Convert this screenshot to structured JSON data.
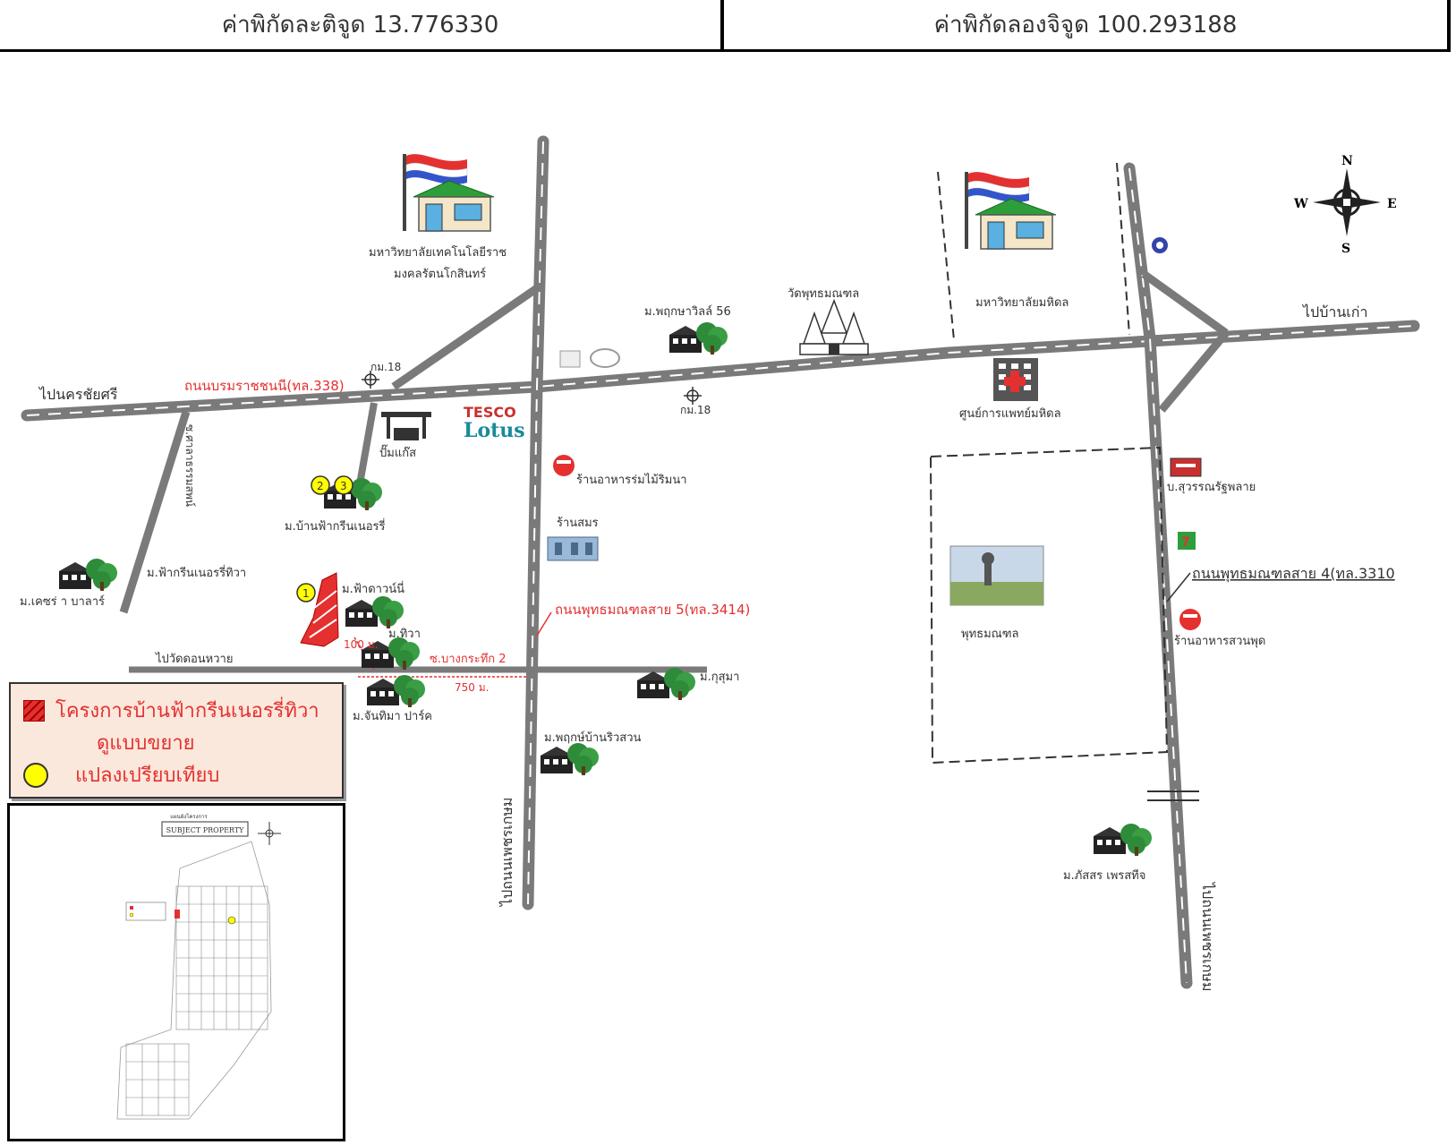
{
  "header": {
    "latitude_label": "ค่าพิกัดละติจูด 13.776330",
    "longitude_label": "ค่าพิกัดลองจิจูด 100.293188"
  },
  "compass": {
    "n": "N",
    "s": "S",
    "e": "E",
    "w": "W"
  },
  "roads": {
    "to_nakhon_chai_si": "ไปนครชัยศรี",
    "to_ban_kao": "ไปบ้านเก่า",
    "borommaratchachonnani": "ถนนบรมราชชนนี(ทล.338)",
    "phutthamonthon_sai5": "ถนนพุทธมณฑลสาย 5(ทล.3414)",
    "phutthamonthon_sai4": "ถนนพุทธมณฑลสาย 4(ทล.3310",
    "to_wat_don_wai": "ไปวัดดอนหวาย",
    "to_phetkasem_left": "ไปถนนเพชรเกษม",
    "to_phetkasem_right": "ไปถนนเพชรเกษม",
    "bang_krathuek_2": "ซ.บางกระทึก 2",
    "km18_a": "กม.18",
    "km18_b": "กม.18",
    "side_soi": "ซ.ศาลาธรรมสพน์"
  },
  "distances": {
    "d100": "100 ม.",
    "d750": "750 ม."
  },
  "places": {
    "rmutr": "มหาวิทยาลัยเทคโนโลยีราช",
    "rmutr2": "มงคลรัตนโกสินทร์",
    "mahidol": "มหาวิทยาลัยมหิดล",
    "mahidol_medical": "ศูนย์การแพทย์มหิดล",
    "wat": "วัดพุทธมณฑล",
    "m_phruksa": "ม.พฤกษาวิลล์ 56",
    "tesco1": "TESCO",
    "tesco2": "Lotus",
    "pumkaew": "ปั๊มแก๊ส",
    "restaurant1": "ร้านอาหารร่มไม้ริมนา",
    "shop": "ร้านสมร",
    "m_fah_green": "ม.บ้านฟ้ากรีนเนอรรี่",
    "m_fah_green_tiwa": "ม.ฟ้ากรีนเนอรรี่ทิวา",
    "m_kesara": "ม.เคซร่ า บาลาร์",
    "m_fah_wanni": "ม.ฟ้าดาวน์นี่",
    "m_tiwa": "ม.ทิวา",
    "m_chanthima": "ม.จันทิมา ปาร์ค",
    "m_kusuma": "ม.กุสุมา",
    "m_phruksa_suan": "ม.พฤกษ์บ้านริวสวน",
    "phutthamonthon": "พุทธมณฑล",
    "bo_suwan": "บ.สุวรรณรัฐพลาย",
    "restaurant2": "ร้านอาหารสวนพุด",
    "m_phatsorn": "ม.ภัสสร เพรสทีจ"
  },
  "legend": {
    "project_label": "โครงการบ้านฟ้ากรีนเนอรรี่ทิวา",
    "project_label2": "ดูแบบขยาย",
    "compare_label": "แปลงเปรียบเทียบ"
  },
  "markers": [
    "1",
    "2",
    "3"
  ],
  "inset": {
    "title": "SUBJECT PROPERTY",
    "small_title": "แผนผังโครงการ"
  },
  "colors": {
    "road": "#7a7a7a",
    "road_dash": "#ffffff",
    "red_label": "#e53030",
    "tree": "#2e8b3a",
    "legend_bg": "#fbe8dc",
    "marker_yellow": "#ffff00"
  }
}
